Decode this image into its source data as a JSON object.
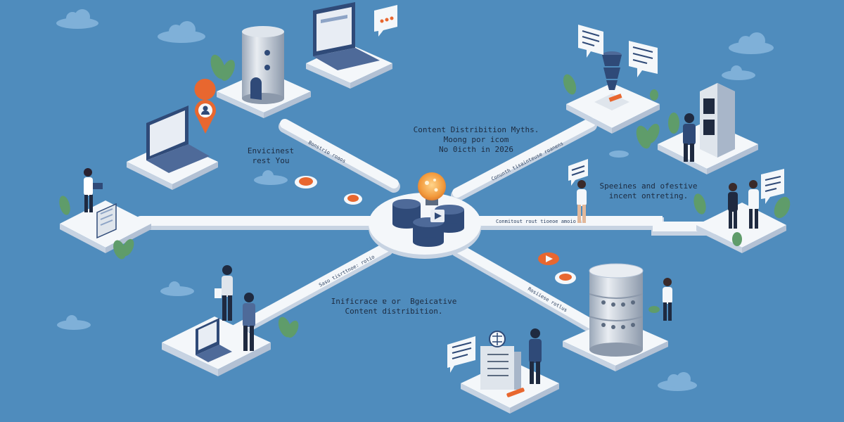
{
  "colors": {
    "background": "#4f8cbd",
    "platform": "#f2f5f9",
    "platform_side": "#c7d3e2",
    "navy": "#2f4a78",
    "accent": "#e8672f",
    "plant": "#5f9c6a"
  },
  "labels": {
    "top_center": "Content Distribition Myths.\nMoong por icom\nNo 0icth in 2026",
    "top_left": "Envicinest\nrest You",
    "right": "Speeines and ofestive\nincent ontreting.",
    "bottom_center": "Inificrace ɐ or  Bgeicative\nContent distribition."
  },
  "road_labels": {
    "top_left": "Bonstrio roaos",
    "top_right": "Conunth tisainteuse roanens",
    "right": "Conmitout rout tioeoe amoio ss",
    "bottom_left": "Saso tisrttnoe: rotio",
    "bottom_right": "Rosiiese rotlus"
  },
  "icons": [
    "database-icon",
    "lightbulb-icon",
    "laptop-icon",
    "chat-bubble-icon",
    "server-tower-icon",
    "user-location-icon",
    "building-icon",
    "person-icon",
    "plant-icon",
    "cloud-icon",
    "play-button-icon",
    "signpost-icon"
  ]
}
